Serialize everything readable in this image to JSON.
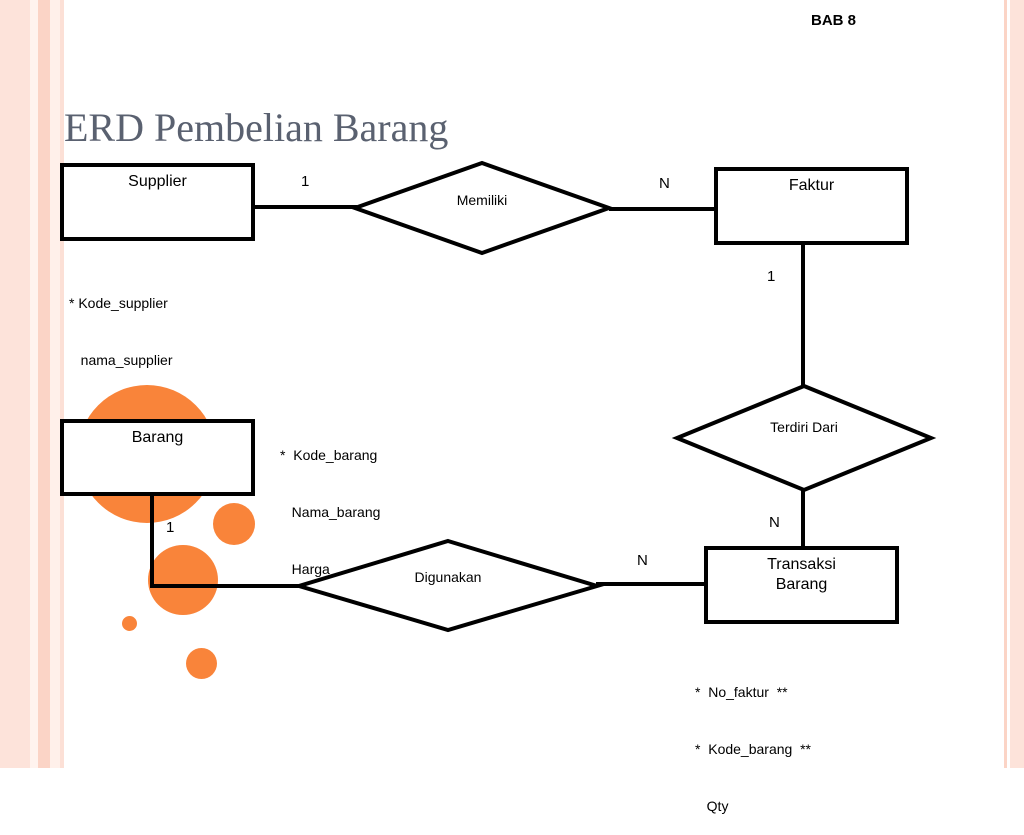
{
  "slide": {
    "chapter": "BAB 8",
    "title": "ERD Pembelian Barang",
    "accent_color": "#f9843a",
    "background_stripe_color": "#fde3da",
    "title_color": "#5a6170"
  },
  "entities": {
    "supplier": "Supplier",
    "faktur": "Faktur",
    "barang": "Barang",
    "transaksi_line1": "Transaksi",
    "transaksi_line2": "Barang"
  },
  "relationships": {
    "memiliki": "Memiliki",
    "terdiri_dari": "Terdiri Dari",
    "digunakan": "Digunakan"
  },
  "cardinalities": {
    "supplier_memiliki": "1",
    "memiliki_faktur": "N",
    "faktur_terdiri": "1",
    "terdiri_transaksi": "N",
    "barang_digunakan": "1",
    "digunakan_transaksi": "N"
  },
  "attributes": {
    "supplier": [
      "* Kode_supplier",
      "   nama_supplier"
    ],
    "barang": [
      "*  Kode_barang",
      "   Nama_barang",
      "   Harga"
    ],
    "transaksi": [
      "*  No_faktur  **",
      "*  Kode_barang  **",
      "   Qty"
    ]
  }
}
